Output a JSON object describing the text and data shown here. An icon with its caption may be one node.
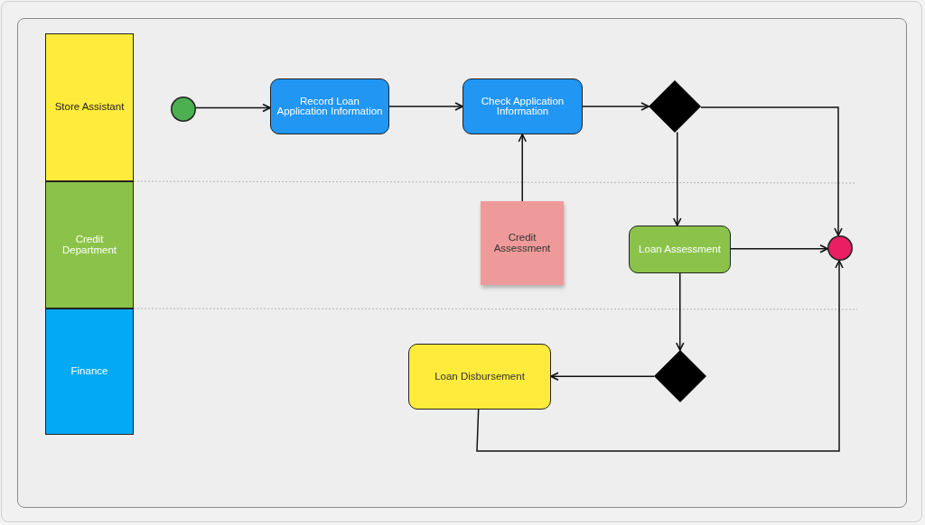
{
  "diagram": {
    "nodes": [
      {
        "text": [
          "Store Assistant"
        ]
      },
      {
        "text": [
          "Credit Department"
        ]
      },
      {
        "text": [
          "Finance"
        ]
      },
      {
        "text": [],
        "shape": "circle"
      },
      {
        "text": [
          "Record Loan Application Information"
        ]
      },
      {
        "text": [
          "Check Application Information"
        ]
      },
      {
        "text": [],
        "shape": "diamond"
      },
      {
        "text": [
          "Credit Assessment"
        ]
      },
      {
        "text": [
          "Loan Assessment"
        ]
      },
      {
        "text": [],
        "shape": "circle"
      },
      {
        "text": [],
        "shape": "diamond"
      },
      {
        "text": [
          "Loan Disbursement"
        ]
      }
    ],
    "edges": [
      {
        "from": 3,
        "to": 4,
        "arrow": "to"
      },
      {
        "from": 4,
        "to": 5,
        "arrow": "to"
      },
      {
        "from": 5,
        "to": 6,
        "arrow": "to"
      },
      {
        "from": 7,
        "to": 5,
        "arrow": "to"
      },
      {
        "from": 6,
        "to": 8,
        "arrow": "to"
      },
      {
        "from": 6,
        "to": 9,
        "arrow": "to"
      },
      {
        "from": 8,
        "to": 9,
        "arrow": "to"
      },
      {
        "from": 8,
        "to": 10,
        "arrow": "to"
      },
      {
        "from": 10,
        "to": 11,
        "arrow": "to"
      },
      {
        "from": 11,
        "to": 9,
        "arrow": "to"
      }
    ]
  }
}
